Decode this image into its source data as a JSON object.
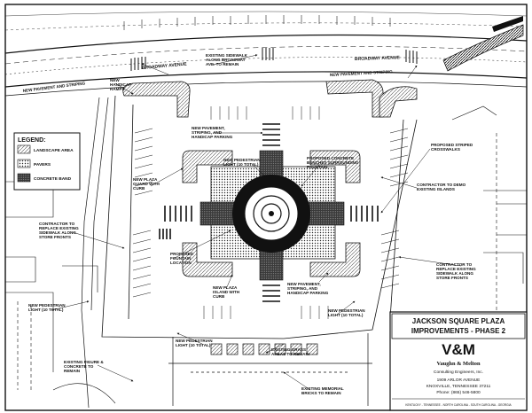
{
  "streets": {
    "broadway_left": "BROADWAY AVENUE",
    "broadway_right": "BROADWAY AVENUE"
  },
  "legend": {
    "title": "LEGEND:",
    "items": [
      {
        "label": "LANDSCAPE AREA",
        "pattern": "landscape"
      },
      {
        "label": "PAVERS",
        "pattern": "pavers"
      },
      {
        "label": "CONCRETE BAND",
        "pattern": "concrete"
      }
    ]
  },
  "callouts": {
    "new_pavement_left": "NEW PAVEMENT AND STRIPING",
    "new_handicap_ramps": [
      "NEW",
      "HANDICAP",
      "RAMPS"
    ],
    "existing_sidewalk": [
      "EXISTING SIDEWALK",
      "ALONG BROADWAY",
      "AVE. TO REMAIN"
    ],
    "new_pavement_right": "NEW PAVEMENT AND STRIPING",
    "new_pavement_center": [
      "NEW PAVEMENT,",
      "STRIPING, AND",
      "HANDICAP PARKING"
    ],
    "proposed_striped_crosswalks": [
      "PROPOSED STRIPED",
      "CROSSWALKS"
    ],
    "new_pedestrian_light_top": [
      "NEW PEDESTRIAN",
      "LIGHT (10 TOTAL)"
    ],
    "proposed_concrete_benches": [
      "PROPOSED CONCRETE",
      "BENCHES SURROUNDING",
      "FOUNTAIN"
    ],
    "new_plaza_guard": [
      "NEW PLAZA",
      "GUARD WITH",
      "CURB"
    ],
    "contractor_demo": [
      "CONTRACTOR TO DEMO",
      "EXISTING ISLANDS"
    ],
    "contractor_replace_left": [
      "CONTRACTOR TO",
      "REPLACE EXISTING",
      "SIDEWALK ALONG",
      "STORE FRONTS"
    ],
    "proposed_fountain": [
      "PROPOSED",
      "FOUNTAIN",
      "LOCATION"
    ],
    "contractor_replace_right": [
      "CONTRACTOR TO",
      "REPLACE EXISTING",
      "SIDEWALK ALONG",
      "STORE FRONTS"
    ],
    "new_plaza_island": [
      "NEW PLAZA",
      "ISLAND WITH",
      "CURB"
    ],
    "new_pavement_lower": [
      "NEW PAVEMENT,",
      "STRIPING, AND",
      "HANDICAP PARKING"
    ],
    "new_pedestrian_light_right": [
      "NEW PEDESTRIAN",
      "LIGHT (10 TOTAL)"
    ],
    "new_pedestrian_light_left": [
      "NEW PEDESTRIAN",
      "LIGHT (10 TOTAL)"
    ],
    "new_pedestrian_light_bottom": [
      "NEW PEDESTRIAN",
      "LIGHT (10 TOTAL)"
    ],
    "existing_grass": [
      "EXISTING GRASS",
      "AREAS TO REMAIN"
    ],
    "existing_figure": [
      "EXISTING FIGURE &",
      "CONCRETE TO",
      "REMAIN"
    ],
    "existing_memorial": [
      "EXISTING MEMORIAL",
      "BRICKS TO REMAIN"
    ]
  },
  "title_block": {
    "title_line1": "JACKSON SQUARE PLAZA",
    "title_line2": "IMPROVEMENTS - PHASE 2",
    "logo": "V&M",
    "firm": "Vaughn & Melton",
    "subtitle": "Consulting Engineers, Inc.",
    "address1": "1909 ARLOR AVENUE",
    "address2": "KNOXVILLE, TENNESSEE 37211",
    "phone": "Phone: (865) 546-5800",
    "states": "KENTUCKY - TENNESSEE - NORTH CAROLINA - SOUTH CAROLINA - GEORGIA"
  }
}
